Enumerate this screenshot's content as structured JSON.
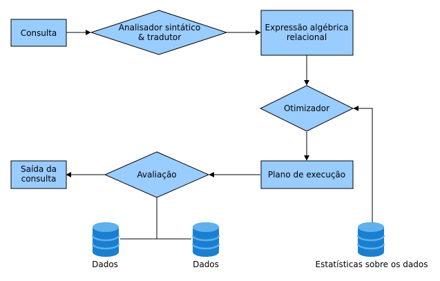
{
  "colors": {
    "fill": "#99ccff",
    "stroke": "#000000",
    "db_fill": "#1a7fd0",
    "db_band": "#5fb0ec"
  },
  "nodes": {
    "consulta": "Consulta",
    "analisador": [
      "Analisador sintático",
      "& tradutor"
    ],
    "expressao": [
      "Expressão algébrica",
      "relacional"
    ],
    "otimizador": "Otimizador",
    "plano": "Plano de execução",
    "avaliacao": "Avaliação",
    "saida": [
      "Saída da",
      "consulta"
    ]
  },
  "databases": {
    "dados1": {
      "label": "Dados",
      "icon": "database-icon"
    },
    "dados2": {
      "label": "Dados",
      "icon": "database-icon"
    },
    "estatisticas": {
      "label": "Estatísticas sobre os dados",
      "icon": "database-icon"
    }
  }
}
